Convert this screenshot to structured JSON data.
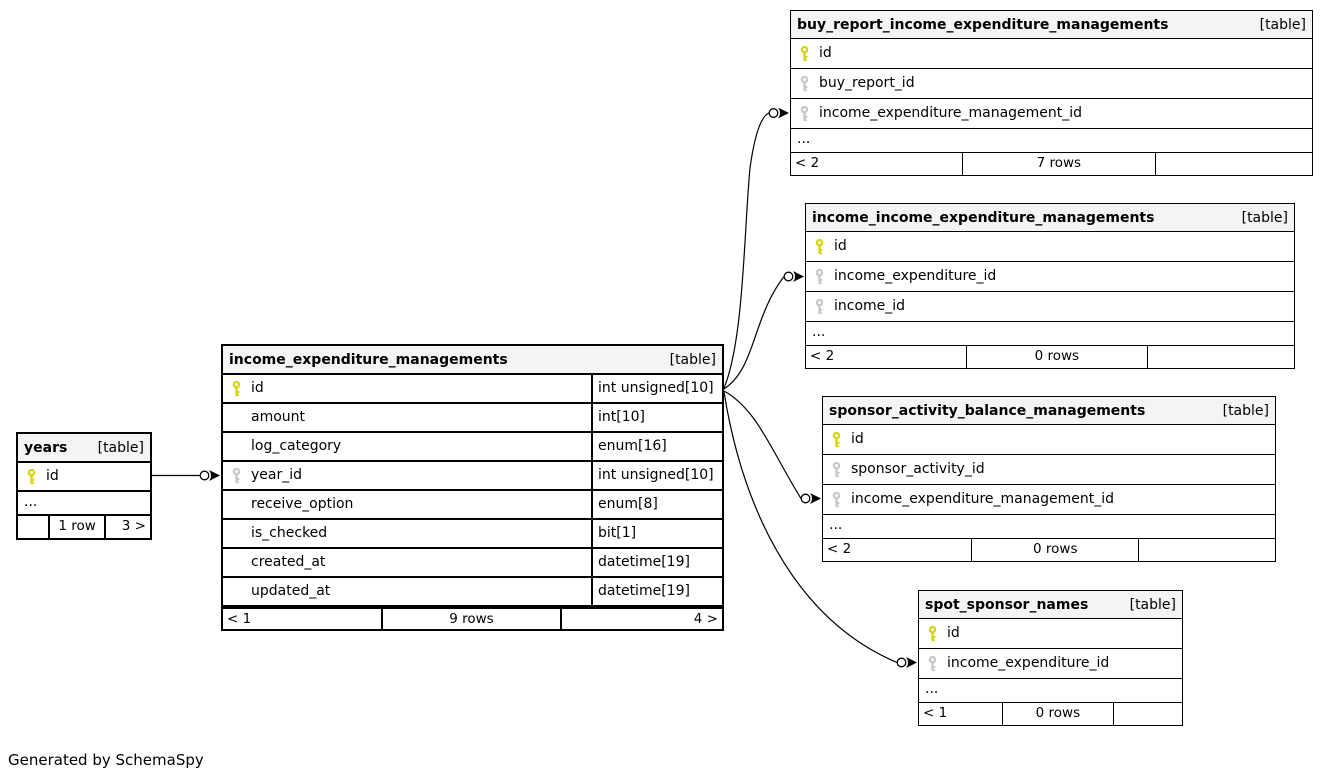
{
  "page": {
    "generated_by": "Generated by SchemaSpy"
  },
  "colors": {
    "primary_key_icon": "#d4d408",
    "foreign_key_icon": "#c6c6c6",
    "table_header_bg": "#f4f4f4",
    "border": "#000000",
    "background": "#ffffff"
  },
  "tables": {
    "years": {
      "name": "years",
      "tag": "[table]",
      "columns": [
        {
          "name": "id",
          "key": "primary"
        }
      ],
      "ellipsis": "...",
      "footer": [
        "",
        "1 row",
        "3 >"
      ]
    },
    "income_expenditure_managements": {
      "name": "income_expenditure_managements",
      "tag": "[table]",
      "columns": [
        {
          "name": "id",
          "key": "primary",
          "type": "int unsigned[10]"
        },
        {
          "name": "amount",
          "key": "",
          "type": "int[10]"
        },
        {
          "name": "log_category",
          "key": "",
          "type": "enum[16]"
        },
        {
          "name": "year_id",
          "key": "foreign",
          "type": "int unsigned[10]"
        },
        {
          "name": "receive_option",
          "key": "",
          "type": "enum[8]"
        },
        {
          "name": "is_checked",
          "key": "",
          "type": "bit[1]"
        },
        {
          "name": "created_at",
          "key": "",
          "type": "datetime[19]"
        },
        {
          "name": "updated_at",
          "key": "",
          "type": "datetime[19]"
        }
      ],
      "footer": [
        "< 1",
        "9 rows",
        "4 >"
      ]
    },
    "buy_report_income_expenditure_managements": {
      "name": "buy_report_income_expenditure_managements",
      "tag": "[table]",
      "columns": [
        {
          "name": "id",
          "key": "primary"
        },
        {
          "name": "buy_report_id",
          "key": "foreign"
        },
        {
          "name": "income_expenditure_management_id",
          "key": "foreign"
        }
      ],
      "ellipsis": "...",
      "footer": [
        "< 2",
        "7 rows",
        ""
      ]
    },
    "income_income_expenditure_managements": {
      "name": "income_income_expenditure_managements",
      "tag": "[table]",
      "columns": [
        {
          "name": "id",
          "key": "primary"
        },
        {
          "name": "income_expenditure_id",
          "key": "foreign"
        },
        {
          "name": "income_id",
          "key": "foreign"
        }
      ],
      "ellipsis": "...",
      "footer": [
        "< 2",
        "0 rows",
        ""
      ]
    },
    "sponsor_activity_balance_managements": {
      "name": "sponsor_activity_balance_managements",
      "tag": "[table]",
      "columns": [
        {
          "name": "id",
          "key": "primary"
        },
        {
          "name": "sponsor_activity_id",
          "key": "foreign"
        },
        {
          "name": "income_expenditure_management_id",
          "key": "foreign"
        }
      ],
      "ellipsis": "...",
      "footer": [
        "< 2",
        "0 rows",
        ""
      ]
    },
    "spot_sponsor_names": {
      "name": "spot_sponsor_names",
      "tag": "[table]",
      "columns": [
        {
          "name": "id",
          "key": "primary"
        },
        {
          "name": "income_expenditure_id",
          "key": "foreign"
        }
      ],
      "ellipsis": "...",
      "footer": [
        "< 1",
        "0 rows",
        ""
      ]
    }
  },
  "relationships": [
    {
      "from": "years.id",
      "to": "income_expenditure_managements.year_id"
    },
    {
      "from": "income_expenditure_managements.id",
      "to": "buy_report_income_expenditure_managements.income_expenditure_management_id"
    },
    {
      "from": "income_expenditure_managements.id",
      "to": "income_income_expenditure_managements.income_expenditure_id"
    },
    {
      "from": "income_expenditure_managements.id",
      "to": "sponsor_activity_balance_managements.income_expenditure_management_id"
    },
    {
      "from": "income_expenditure_managements.id",
      "to": "spot_sponsor_names.income_expenditure_id"
    }
  ]
}
